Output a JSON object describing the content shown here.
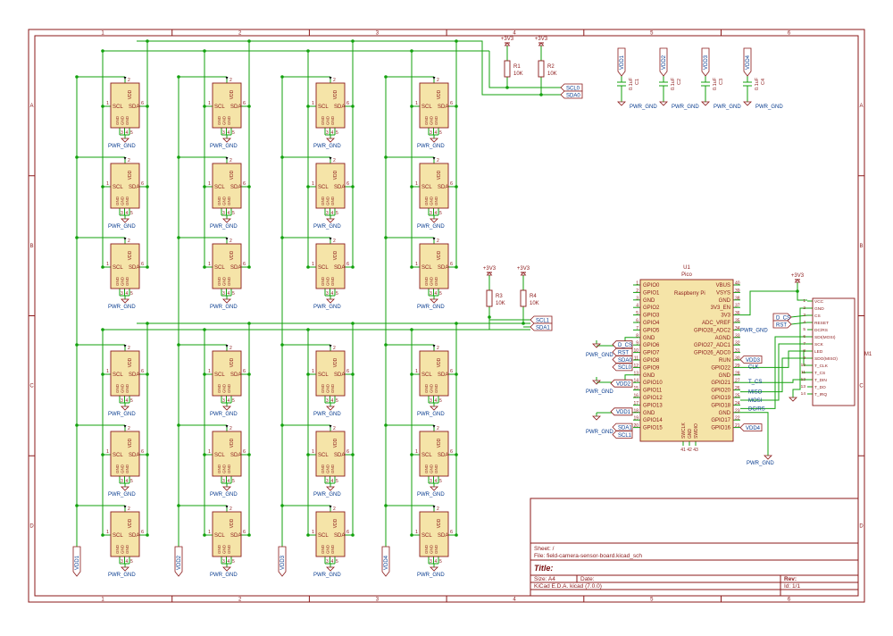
{
  "colors": {
    "border": "#8b1a1a",
    "wire": "#13a10e",
    "body": "#f5e4a8",
    "outline": "#8b1a1a",
    "text": "#8b1a1a",
    "net": "#0a3d8f",
    "title": "#7a0f0f"
  },
  "frame": {
    "cols": [
      "1",
      "2",
      "3",
      "4",
      "5",
      "6"
    ],
    "rows": [
      "A",
      "B",
      "C",
      "D"
    ]
  },
  "sensor": {
    "vdd": "VDD",
    "scl": "SCL",
    "sda": "SDA",
    "gnd": "GND",
    "pin_scl": "1",
    "pin_sda": "6",
    "pin_gnd_a": "3",
    "pin_gnd_b": "4",
    "pin_gnd_c": "5",
    "pin_vdd": "2",
    "gnd_label": "PWR_GND"
  },
  "vdd_nets": [
    "VDD1",
    "VDD2",
    "VDD3",
    "VDD4"
  ],
  "pullups": [
    {
      "ref": "R1",
      "val": "10K",
      "rail": "+3V3"
    },
    {
      "ref": "R2",
      "val": "10K",
      "rail": "+3V3"
    },
    {
      "ref": "R3",
      "val": "10K",
      "rail": "+3V3"
    },
    {
      "ref": "R4",
      "val": "10K",
      "rail": "+3V3"
    }
  ],
  "bus_labels": [
    "SCL0",
    "SDA0",
    "SCL1",
    "SDA1"
  ],
  "caps": [
    {
      "ref": "C1",
      "val": "0.1uF",
      "net": "VDD1"
    },
    {
      "ref": "C2",
      "val": "0.1uF",
      "net": "VDD2"
    },
    {
      "ref": "C3",
      "val": "0.1uF",
      "net": "VDD3"
    },
    {
      "ref": "C4",
      "val": "0.1uF",
      "net": "VDD4"
    }
  ],
  "pwr_gnd": "PWR_GND",
  "rail_3v3": "+3V3",
  "pico": {
    "ref": "U1",
    "value": "Pico",
    "brand": "Raspberry Pi",
    "left": [
      {
        "n": "1",
        "name": "GPIO0"
      },
      {
        "n": "2",
        "name": "GPIO1"
      },
      {
        "n": "3",
        "name": "GND"
      },
      {
        "n": "4",
        "name": "GPIO2"
      },
      {
        "n": "5",
        "name": "GPIO3"
      },
      {
        "n": "6",
        "name": "GPIO4"
      },
      {
        "n": "7",
        "name": "GPIO5"
      },
      {
        "n": "8",
        "name": "GND"
      },
      {
        "n": "9",
        "name": "GPIO6"
      },
      {
        "n": "10",
        "name": "GPIO7"
      },
      {
        "n": "11",
        "name": "GPIO8"
      },
      {
        "n": "12",
        "name": "GPIO9"
      },
      {
        "n": "13",
        "name": "GND"
      },
      {
        "n": "14",
        "name": "GPIO10"
      },
      {
        "n": "15",
        "name": "GPIO11"
      },
      {
        "n": "16",
        "name": "GPIO12"
      },
      {
        "n": "17",
        "name": "GPIO13"
      },
      {
        "n": "18",
        "name": "GND"
      },
      {
        "n": "19",
        "name": "GPIO14"
      },
      {
        "n": "20",
        "name": "GPIO15"
      }
    ],
    "right": [
      {
        "n": "40",
        "name": "VBUS"
      },
      {
        "n": "39",
        "name": "VSYS"
      },
      {
        "n": "38",
        "name": "GND"
      },
      {
        "n": "37",
        "name": "3V3_EN"
      },
      {
        "n": "36",
        "name": "3V3"
      },
      {
        "n": "35",
        "name": "ADC_VREF"
      },
      {
        "n": "34",
        "name": "GPIO28_ADC2"
      },
      {
        "n": "33",
        "name": "AGND"
      },
      {
        "n": "32",
        "name": "GPIO27_ADC1"
      },
      {
        "n": "31",
        "name": "GPIO26_ADC0"
      },
      {
        "n": "30",
        "name": "RUN"
      },
      {
        "n": "29",
        "name": "GPIO22"
      },
      {
        "n": "28",
        "name": "GND"
      },
      {
        "n": "27",
        "name": "GPIO21"
      },
      {
        "n": "26",
        "name": "GPIO20"
      },
      {
        "n": "25",
        "name": "GPIO19"
      },
      {
        "n": "24",
        "name": "GPIO18"
      },
      {
        "n": "23",
        "name": "GND"
      },
      {
        "n": "22",
        "name": "GPIO17"
      },
      {
        "n": "21",
        "name": "GPIO16"
      }
    ],
    "bottom": [
      "SWCLK",
      "GND",
      "SWDIO"
    ],
    "bottom_nums": [
      "41",
      "42",
      "43"
    ]
  },
  "pico_labels": [
    "D_CS",
    "RST",
    "SDA0",
    "SCL0",
    "VDD2",
    "VDD1",
    "SDA1",
    "SCL1",
    "VDD3",
    "VDD4",
    "CLK",
    "T_CS",
    "MISO",
    "MOSI",
    "DC/RS"
  ],
  "display": {
    "ref": "M1",
    "pins": [
      {
        "n": "1",
        "name": "VCC"
      },
      {
        "n": "2",
        "name": "GND"
      },
      {
        "n": "3",
        "name": "CS"
      },
      {
        "n": "4",
        "name": "RESET"
      },
      {
        "n": "5",
        "name": "DC/RS"
      },
      {
        "n": "6",
        "name": "SDI(MOSI)"
      },
      {
        "n": "7",
        "name": "SCK"
      },
      {
        "n": "8",
        "name": "LED"
      },
      {
        "n": "9",
        "name": "SDO(MISO)"
      },
      {
        "n": "10",
        "name": "T_CLK"
      },
      {
        "n": "11",
        "name": "T_CS"
      },
      {
        "n": "12",
        "name": "T_DIN"
      },
      {
        "n": "13",
        "name": "T_DO"
      },
      {
        "n": "14",
        "name": "T_IRQ"
      }
    ],
    "labels": [
      "D_CS",
      "RST"
    ]
  },
  "title_block": {
    "sheet": "Sheet: /",
    "file": "File: field-camera-sensor-board.kicad_sch",
    "title": "Title:",
    "size": "Size: A4",
    "date": "Date:",
    "rev": "Rev:",
    "tool": "KiCad E.D.A.  kicad (7.0.0)",
    "id": "Id: 1/1"
  }
}
